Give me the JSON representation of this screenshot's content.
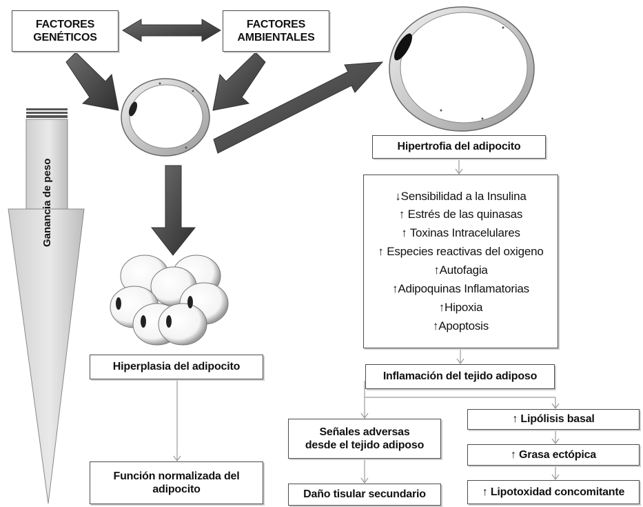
{
  "factors": {
    "genetic": [
      "FACTORES",
      "GENÉTICOS"
    ],
    "environmental": [
      "FACTORES",
      "AMBIENTALES"
    ]
  },
  "weight_gain_label": "Ganancia de peso",
  "hypertrophy": {
    "title": "Hipertrofia del adipocito",
    "effects": [
      "↓Sensibilidad a la Insulina",
      "↑ Estrés de las quinasas",
      "↑ Toxinas Intracelulares",
      "↑ Especies reactivas del oxigeno",
      "↑Autofagia",
      "↑Adipoquinas Inflamatorias",
      "↑Hipoxia",
      "↑Apoptosis"
    ],
    "inflammation": "Inflamación del tejido adiposo",
    "adverse_signals": [
      "Señales adversas",
      "desde el tejido adiposo"
    ],
    "secondary_damage": "Daño tisular secundario",
    "lipolysis": "↑ Lipólisis basal",
    "ectopic_fat": "↑ Grasa ectópica",
    "lipotoxicity": "↑ Lipotoxidad concomitante"
  },
  "hyperplasia": {
    "title": "Hiperplasia del adipocito",
    "normalized": [
      "Función normalizada del",
      "adipocito"
    ]
  }
}
